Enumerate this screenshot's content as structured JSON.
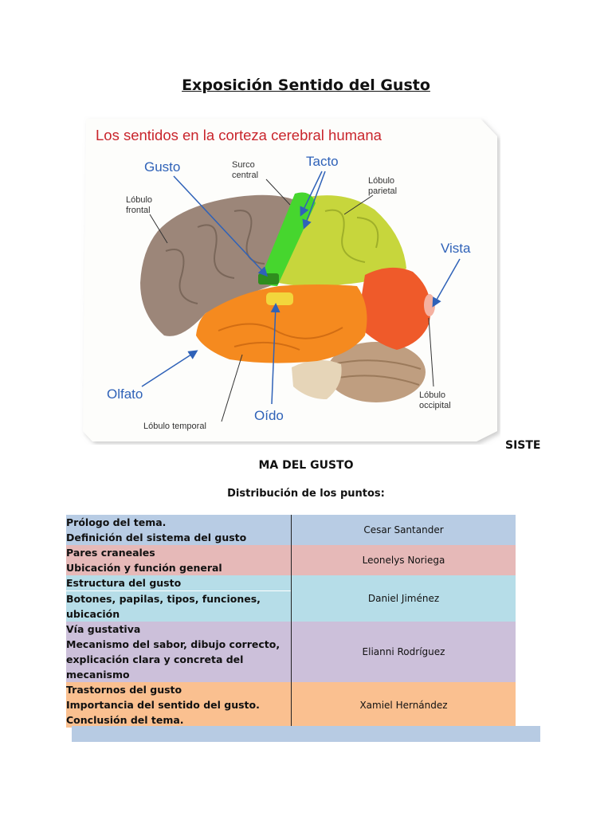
{
  "document": {
    "title": "Exposición Sentido del Gusto",
    "heading_part1": "SISTE",
    "heading_part2": "MA DEL GUSTO",
    "distribution_label": "Distribución de los puntos:"
  },
  "figure": {
    "title": "Los sentidos en la corteza cerebral humana",
    "labels": {
      "gusto": "Gusto",
      "tacto": "Tacto",
      "vista": "Vista",
      "olfato": "Olfato",
      "oido": "Oído",
      "surco_central_1": "Surco",
      "surco_central_2": "central",
      "lobulo_frontal_1": "Lóbulo",
      "lobulo_frontal_2": "frontal",
      "lobulo_parietal_1": "Lóbulo",
      "lobulo_parietal_2": "parietal",
      "lobulo_occipital_1": "Lóbulo",
      "lobulo_occipital_2": "occipital",
      "lobulo_temporal": "Lóbulo temporal"
    },
    "colors": {
      "title": "#c9252c",
      "sense": "#2f62b8",
      "frontal": "#9c8679",
      "parietal": "#c7d63c",
      "occipital": "#ef5a2a",
      "temporal": "#f58a1f",
      "motor": "#46d62e",
      "cerebellum": "#bf9e80"
    }
  },
  "table": {
    "rows": [
      {
        "lines": [
          "Prólogo del tema.",
          "Definición del sistema del gusto"
        ],
        "person": "Cesar Santander",
        "color": "#b8cce4"
      },
      {
        "lines": [
          "Pares craneales",
          "Ubicación y función general"
        ],
        "person": "Leonelys Noriega",
        "color": "#e6b9b8"
      },
      {
        "lines": [
          "Estructura del gusto",
          "Botones, papilas, tipos, funciones, ubicación"
        ],
        "person": "Daniel Jiménez",
        "color": "#b6dde8"
      },
      {
        "lines": [
          "Vía gustativa",
          "Mecanismo del sabor, dibujo correcto, explicación clara y concreta del mecanismo"
        ],
        "person": "Elianni Rodríguez",
        "color": "#ccc0da"
      },
      {
        "lines": [
          "Trastornos del gusto",
          "Importancia del sentido del gusto.",
          "Conclusión del tema."
        ],
        "person": "Xamiel Hernández",
        "color": "#fac090"
      }
    ]
  }
}
